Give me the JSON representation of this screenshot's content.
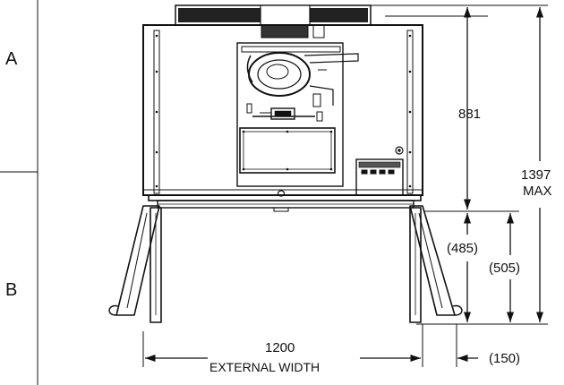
{
  "zones": {
    "upper": "A",
    "lower": "B"
  },
  "dimensions": {
    "upper_height": "881",
    "overall_height": "1397",
    "overall_height_qualifier": "MAX",
    "leg_height_a": "(485)",
    "leg_height_b": "(505)",
    "width_value": "1200",
    "width_caption": "EXTERNAL WIDTH",
    "leg_offset": "(150)"
  },
  "colors": {
    "line": "#111111",
    "background": "#ffffff"
  }
}
